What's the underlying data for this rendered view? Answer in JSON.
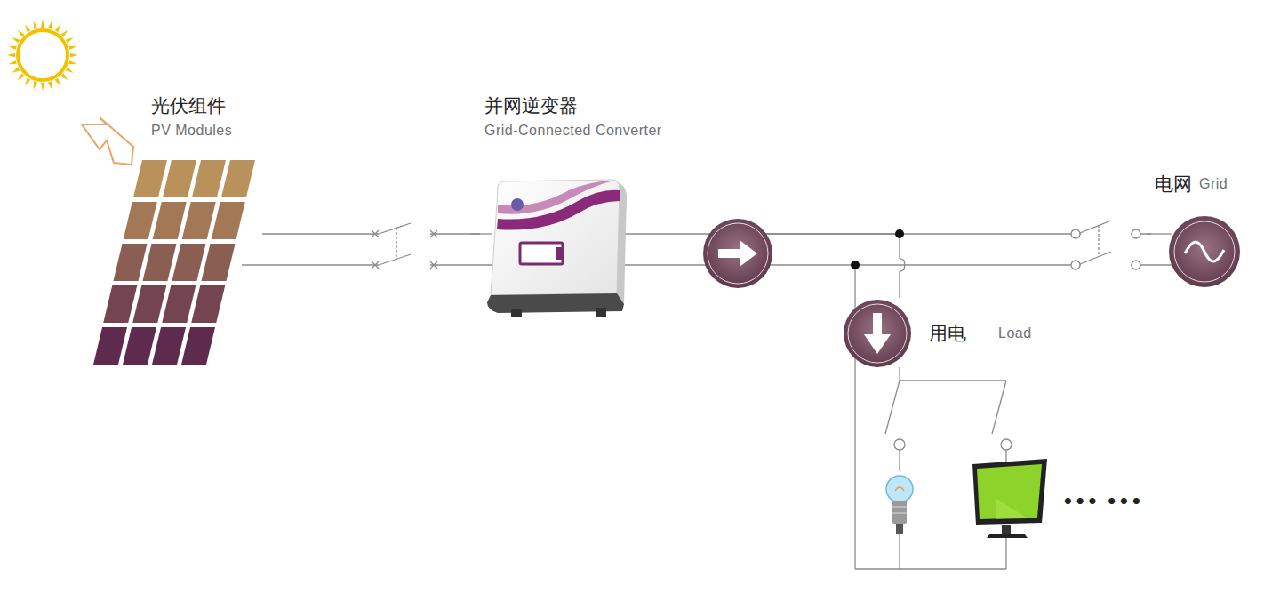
{
  "diagram": {
    "nodes": [
      {
        "text": [
          "光伏组件",
          "PV Modules"
        ]
      },
      {
        "text": [
          "并网逆变器",
          "Grid-Connected Converter"
        ]
      },
      {
        "text": [
          "电网",
          "Grid"
        ]
      },
      {
        "text": [
          "用电",
          "Load"
        ]
      }
    ],
    "edges": [
      {
        "from": 0,
        "to": 1,
        "arrow": "none"
      },
      {
        "from": 1,
        "to": 2,
        "arrow": "none"
      },
      {
        "from": 1,
        "to": 3,
        "arrow": "none"
      }
    ],
    "labels": [
      "••• •••"
    ]
  }
}
